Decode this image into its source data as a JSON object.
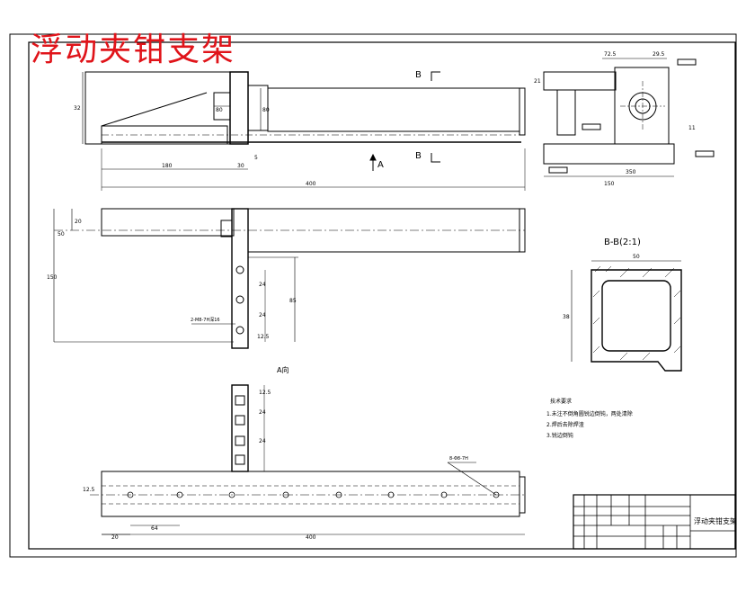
{
  "drawing": {
    "title": "浮动夹钳支架",
    "section_view": {
      "label": "B-B(2:1)",
      "dim_top": "50",
      "dim_left": "38"
    },
    "aux_view_label": "A向",
    "cut_marks": [
      "B",
      "B",
      "A"
    ],
    "dimensions": {
      "top_view": [
        "180",
        "30",
        "5",
        "400",
        "32",
        "80",
        "80"
      ],
      "right_view": [
        "72.5",
        "29.5",
        "350",
        "150",
        "21",
        "11"
      ],
      "middle_view": [
        "20",
        "50",
        "150",
        "24",
        "24",
        "12.5",
        "85"
      ],
      "bottom_view": [
        "12.5",
        "20",
        "64",
        "400",
        "24",
        "24",
        "12.5"
      ]
    },
    "callouts": [
      "2-M8-7H深16",
      "8-Φ8-7H"
    ],
    "tech_notes": {
      "heading": "技术要求",
      "items": [
        "1.未注不倒角圆锐边倒钝，两处清除",
        "2.焊后去除焊渣",
        "3.锐边倒钝"
      ]
    },
    "title_block": {
      "part_name": "浮动夹钳支架"
    }
  }
}
